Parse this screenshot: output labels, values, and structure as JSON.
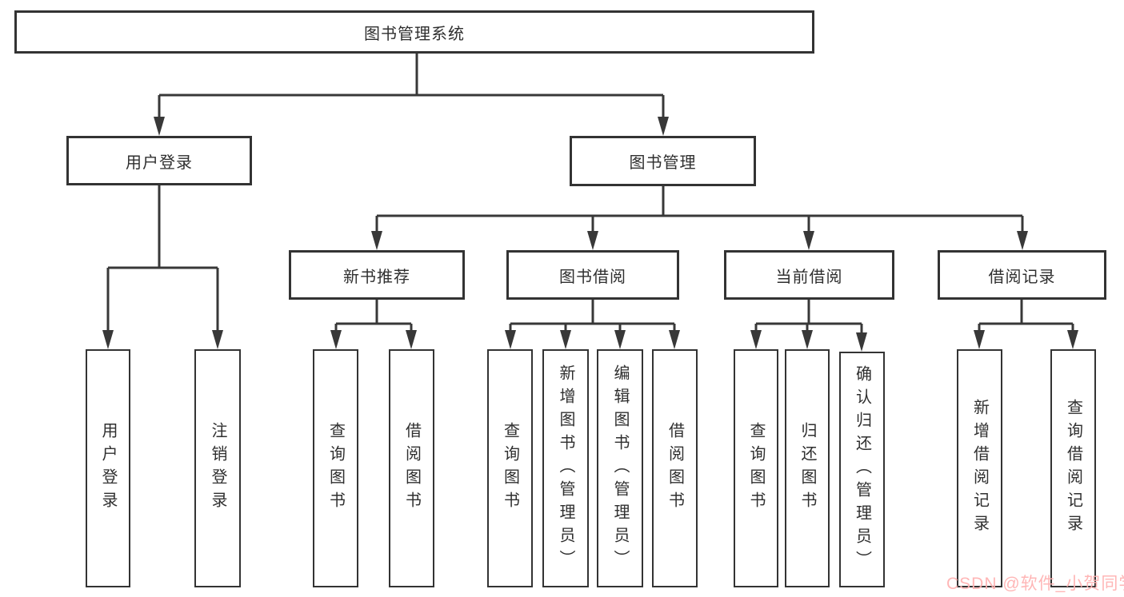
{
  "tree": {
    "root": {
      "label": "图书管理系统",
      "children": [
        {
          "label": "用户登录",
          "children": [
            {
              "label": "用户登录"
            },
            {
              "label": "注销登录"
            }
          ]
        },
        {
          "label": "图书管理",
          "children": [
            {
              "label": "新书推荐",
              "children": [
                {
                  "label": "查询图书"
                },
                {
                  "label": "借阅图书"
                }
              ]
            },
            {
              "label": "图书借阅",
              "children": [
                {
                  "label": "查询图书"
                },
                {
                  "label": "新增图书（管理员）"
                },
                {
                  "label": "编辑图书（管理员）"
                },
                {
                  "label": "借阅图书"
                }
              ]
            },
            {
              "label": "当前借阅",
              "children": [
                {
                  "label": "查询图书"
                },
                {
                  "label": "归还图书"
                },
                {
                  "label": "确认归还（管理员）"
                }
              ]
            },
            {
              "label": "借阅记录",
              "children": [
                {
                  "label": "新增借阅记录"
                },
                {
                  "label": "查询借阅记录"
                }
              ]
            }
          ]
        }
      ]
    }
  },
  "watermark": {
    "text": "CSDN @软件_小贺同学",
    "color": "#ffb3b3"
  },
  "colors": {
    "line": "#383838",
    "box_border": "#333333",
    "box_fill": "#ffffff",
    "text": "#2f2f2f"
  }
}
